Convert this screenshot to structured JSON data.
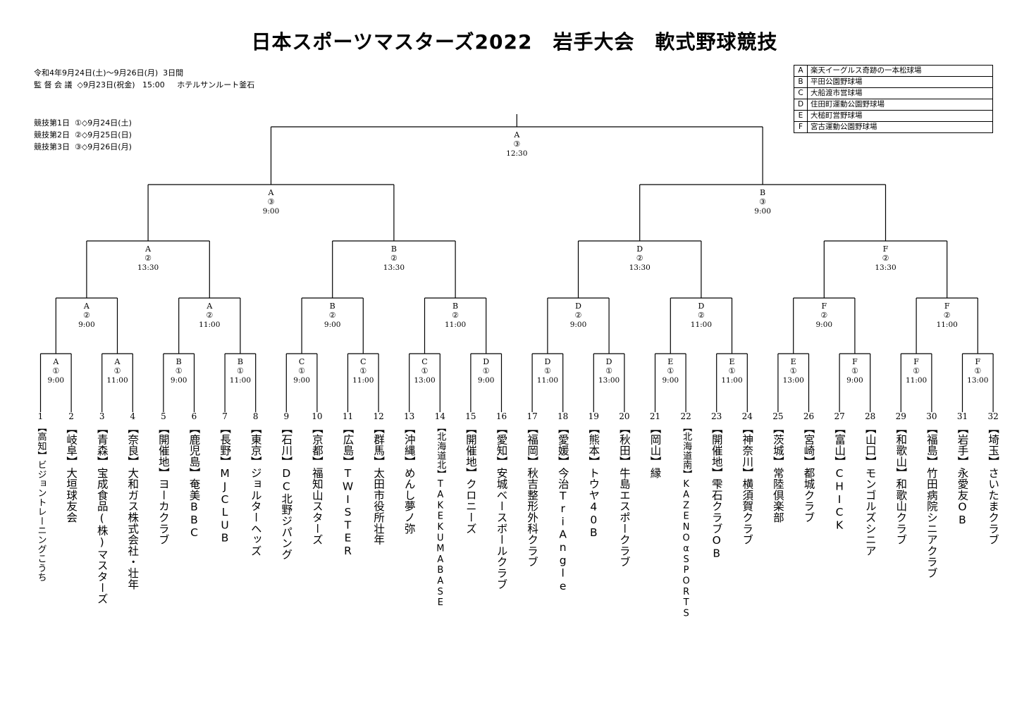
{
  "title": "日本スポーツマスターズ2022　岩手大会　軟式野球競技",
  "info": {
    "dates": "令和4年9月24日(土)～9月26日(月)  3日間",
    "meeting": "監 督 会 議  ◇9月23日(祝金)   15:00     ホテルサンルート釜石",
    "day1": "競技第1日  ①◇9月24日(土)",
    "day2": "競技第2日  ②◇9月25日(日)",
    "day3": "競技第3日  ③◇9月26日(月)"
  },
  "venues": [
    {
      "key": "A",
      "name": "楽天イーグルス奇跡の一本松球場"
    },
    {
      "key": "B",
      "name": "平田公園野球場"
    },
    {
      "key": "C",
      "name": "大船渡市営球場"
    },
    {
      "key": "D",
      "name": "住田町運動公園野球場"
    },
    {
      "key": "E",
      "name": "大槌町営野球場"
    },
    {
      "key": "F",
      "name": "宮古運動公園野球場"
    }
  ],
  "teams": [
    "【高知】ビジョントレーニングこうち",
    "【岐阜】大垣球友会",
    "【青森】宝成食品(株)マスターズ",
    "【奈良】大和ガス株式会社・壮年",
    "【開催地】ヨーカクラブ",
    "【鹿児島】奄美BBC",
    "【長野】MJCLUB",
    "【東京】ジョルターヘッズ",
    "【石川】DC北野ジパング",
    "【京都】福知山スターズ",
    "【広島】TWISTER",
    "【群馬】太田市役所壮年",
    "【沖縄】めんし夢ノ弥",
    "【北海道北】TAKEKUMABASE",
    "【開催地】クロニーズ",
    "【愛知】安城ベースボールクラブ",
    "【福岡】秋吉整形外科クラブ",
    "【愛媛】今治TriAngle",
    "【熊本】トウヤ40B",
    "【秋田】牛島エスポークラブ",
    "【岡山】縁",
    "【北海道南】KAZENOαSPORTS",
    "【開催地】雫石クラブOB",
    "【神奈川】横須賀クラブ",
    "【茨城】常陸倶楽部",
    "【宮崎】都城クラブ",
    "【富山】CHICK",
    "【山口】モンゴルズシニア",
    "【和歌山】和歌山クラブ",
    "【福島】竹田病院シニアクラブ",
    "【岩手】永愛友OB",
    "【埼玉】さいたまクラブ"
  ],
  "matches": {
    "r1": [
      {
        "venue": "A",
        "round": "①",
        "time": "9:00"
      },
      {
        "venue": "A",
        "round": "①",
        "time": "11:00"
      },
      {
        "venue": "B",
        "round": "①",
        "time": "9:00"
      },
      {
        "venue": "B",
        "round": "①",
        "time": "11:00"
      },
      {
        "venue": "C",
        "round": "①",
        "time": "9:00"
      },
      {
        "venue": "C",
        "round": "①",
        "time": "11:00"
      },
      {
        "venue": "C",
        "round": "①",
        "time": "13:00"
      },
      {
        "venue": "D",
        "round": "①",
        "time": "9:00"
      },
      {
        "venue": "D",
        "round": "①",
        "time": "11:00"
      },
      {
        "venue": "D",
        "round": "①",
        "time": "13:00"
      },
      {
        "venue": "E",
        "round": "①",
        "time": "9:00"
      },
      {
        "venue": "E",
        "round": "①",
        "time": "11:00"
      },
      {
        "venue": "E",
        "round": "①",
        "time": "13:00"
      },
      {
        "venue": "F",
        "round": "①",
        "time": "9:00"
      },
      {
        "venue": "F",
        "round": "①",
        "time": "11:00"
      },
      {
        "venue": "F",
        "round": "①",
        "time": "13:00"
      }
    ],
    "r2": [
      {
        "venue": "A",
        "round": "②",
        "time": "9:00"
      },
      {
        "venue": "A",
        "round": "②",
        "time": "11:00"
      },
      {
        "venue": "B",
        "round": "②",
        "time": "9:00"
      },
      {
        "venue": "B",
        "round": "②",
        "time": "11:00"
      },
      {
        "venue": "D",
        "round": "②",
        "time": "9:00"
      },
      {
        "venue": "D",
        "round": "②",
        "time": "11:00"
      },
      {
        "venue": "F",
        "round": "②",
        "time": "9:00"
      },
      {
        "venue": "F",
        "round": "②",
        "time": "11:00"
      }
    ],
    "r3": [
      {
        "venue": "A",
        "round": "②",
        "time": "13:30"
      },
      {
        "venue": "B",
        "round": "②",
        "time": "13:30"
      },
      {
        "venue": "D",
        "round": "②",
        "time": "13:30"
      },
      {
        "venue": "F",
        "round": "②",
        "time": "13:30"
      }
    ],
    "r4": [
      {
        "venue": "A",
        "round": "③",
        "time": "9:00"
      },
      {
        "venue": "B",
        "round": "③",
        "time": "9:00"
      }
    ],
    "r5": [
      {
        "venue": "A",
        "round": "③",
        "time": "12:30"
      }
    ]
  }
}
